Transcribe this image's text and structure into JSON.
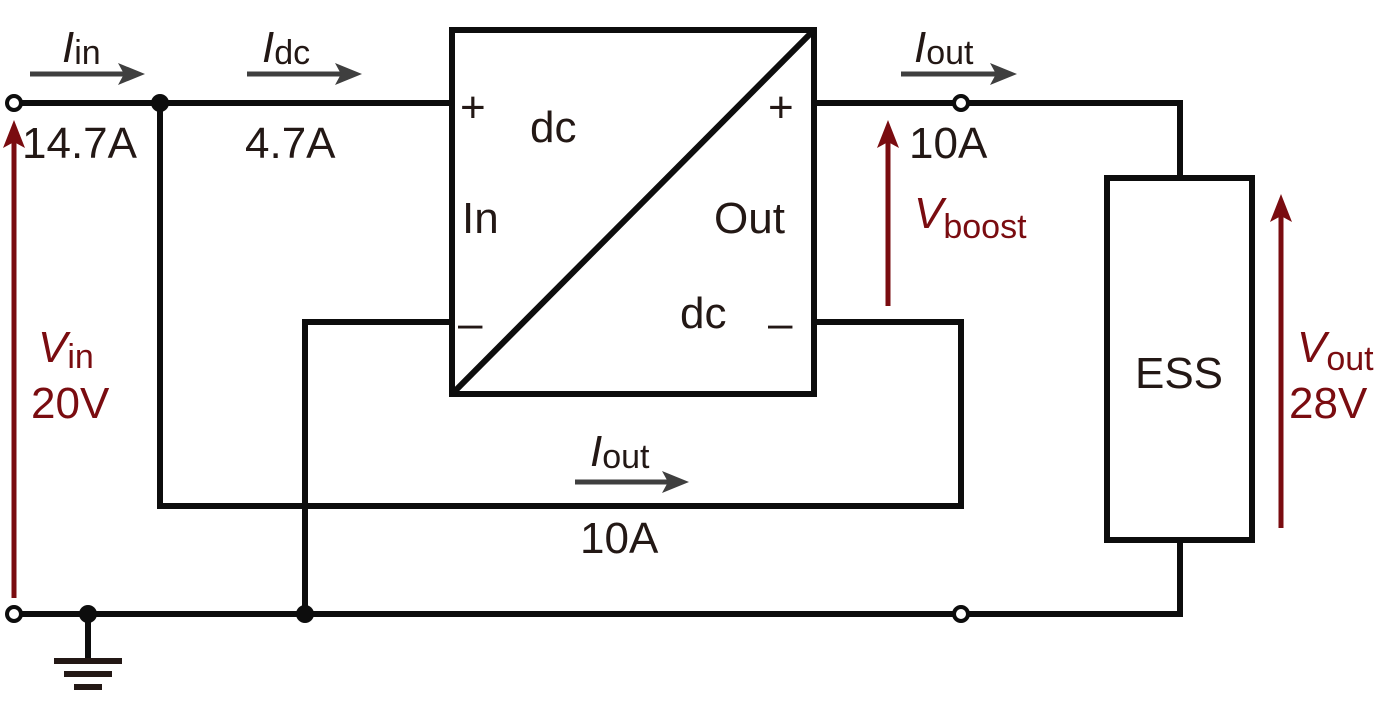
{
  "diagram": {
    "type": "circuit schematic",
    "converter": {
      "label_in": "In",
      "label_out": "Out",
      "label_dc_top": "dc",
      "label_dc_bottom": "dc",
      "plus_in": "+",
      "minus_in": "–",
      "plus_out": "+",
      "minus_out": "–"
    },
    "storage": {
      "label": "ESS"
    },
    "currents": {
      "i_in": {
        "symbol": "I",
        "subscript": "in",
        "value": "14.7A"
      },
      "i_dc": {
        "symbol": "I",
        "subscript": "dc",
        "value": "4.7A"
      },
      "i_out_top": {
        "symbol": "I",
        "subscript": "out",
        "value": "10A"
      },
      "i_out_bottom": {
        "symbol": "I",
        "subscript": "out",
        "value": "10A"
      }
    },
    "voltages": {
      "v_in": {
        "symbol": "V",
        "subscript": "in",
        "value": "20V"
      },
      "v_boost": {
        "symbol": "V",
        "subscript": "boost",
        "value": ""
      },
      "v_out": {
        "symbol": "V",
        "subscript": "out",
        "value": "28V"
      }
    },
    "colors": {
      "wire": "#0d0d0d",
      "text": "#231815",
      "current_arrow": "#3f3f3f",
      "voltage_arrow": "#7a0c10"
    }
  }
}
